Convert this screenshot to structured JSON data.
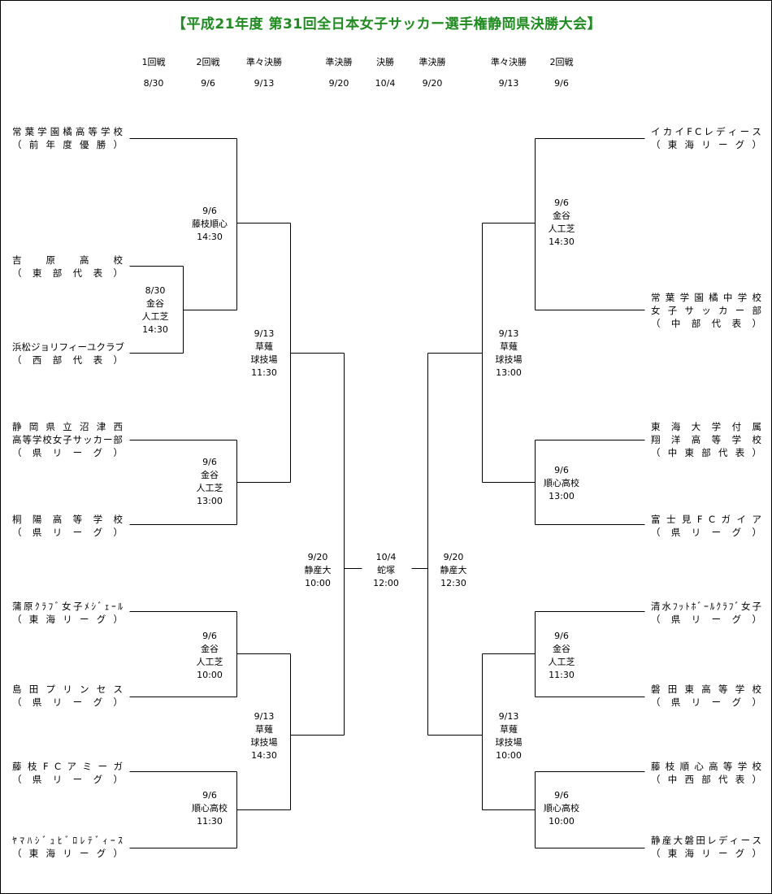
{
  "title": "【平成21年度 第31回全日本女子サッカー選手権静岡県決勝大会】",
  "rounds": [
    {
      "name": "1回戦",
      "date": "8/30"
    },
    {
      "name": "2回戦",
      "date": "9/6"
    },
    {
      "name": "準々決勝",
      "date": "9/13"
    },
    {
      "name": "準決勝",
      "date": "9/20"
    },
    {
      "name": "決勝",
      "date": "10/4"
    },
    {
      "name": "準決勝",
      "date": "9/20"
    },
    {
      "name": "準々決勝",
      "date": "9/13"
    },
    {
      "name": "2回戦",
      "date": "9/6"
    }
  ],
  "teams": [
    {
      "lines": [
        "常葉学園橘高等学校",
        "（前年度優勝）"
      ]
    },
    {
      "lines": [
        "吉　原　高　校",
        "（東部代表）"
      ]
    },
    {
      "lines": [
        "浜松ジョリフィーユクラブ",
        "（西部代表）"
      ]
    },
    {
      "lines": [
        "静岡県立沼津西",
        "高等学校女子サッカー部",
        "（県リーグ）"
      ]
    },
    {
      "lines": [
        "桐陽高等学校",
        "（県リーグ）"
      ]
    },
    {
      "lines": [
        "蒲原ｸﾗﾌﾞ女子ﾒｼﾞｪｰﾙ",
        "（東海リーグ）"
      ]
    },
    {
      "lines": [
        "島田プリンセス",
        "（県リーグ）"
      ]
    },
    {
      "lines": [
        "藤枝FCアミーガ",
        "（県リーグ）"
      ]
    },
    {
      "lines": [
        "ﾔﾏﾊｼﾞｭﾋﾞﾛﾚﾃﾞｨｰｽ",
        "（東海リーグ）"
      ]
    },
    {
      "lines": [
        "イカイFCレディース",
        "（東海リーグ）"
      ]
    },
    {
      "lines": [
        "常葉学園橘中学校",
        "女子サッカー部",
        "（中部代表）"
      ]
    },
    {
      "lines": [
        "東海大学付属",
        "翔洋高等学校",
        "（中東部代表）"
      ]
    },
    {
      "lines": [
        "富士見FCガイア",
        "（県リーグ）"
      ]
    },
    {
      "lines": [
        "清水ﾌｯﾄﾎﾞｰﾙｸﾗﾌﾞ女子",
        "（県リーグ）"
      ]
    },
    {
      "lines": [
        "磐田東高等学校",
        "（県リーグ）"
      ]
    },
    {
      "lines": [
        "藤枝順心高等学校",
        "（中西部代表）"
      ]
    },
    {
      "lines": [
        "静産大磐田レディース",
        "（東海リーグ）"
      ]
    }
  ],
  "matches": [
    {
      "lines": [
        "8/30",
        "金谷",
        "人工芝",
        "14:30"
      ]
    },
    {
      "lines": [
        "9/6",
        "藤枝順心",
        "14:30"
      ]
    },
    {
      "lines": [
        "9/6",
        "金谷",
        "人工芝",
        "13:00"
      ]
    },
    {
      "lines": [
        "9/6",
        "金谷",
        "人工芝",
        "10:00"
      ]
    },
    {
      "lines": [
        "9/6",
        "順心高校",
        "11:30"
      ]
    },
    {
      "lines": [
        "9/13",
        "草薙",
        "球技場",
        "11:30"
      ]
    },
    {
      "lines": [
        "9/13",
        "草薙",
        "球技場",
        "14:30"
      ]
    },
    {
      "lines": [
        "9/20",
        "静産大",
        "10:00"
      ]
    },
    {
      "lines": [
        "10/4",
        "蛇塚",
        "12:00"
      ]
    },
    {
      "lines": [
        "9/20",
        "静産大",
        "12:30"
      ]
    },
    {
      "lines": [
        "9/6",
        "金谷",
        "人工芝",
        "14:30"
      ]
    },
    {
      "lines": [
        "9/6",
        "順心高校",
        "13:00"
      ]
    },
    {
      "lines": [
        "9/6",
        "金谷",
        "人工芝",
        "11:30"
      ]
    },
    {
      "lines": [
        "9/6",
        "順心高校",
        "10:00"
      ]
    },
    {
      "lines": [
        "9/13",
        "草薙",
        "球技場",
        "13:00"
      ]
    },
    {
      "lines": [
        "9/13",
        "草薙",
        "球技場",
        "10:00"
      ]
    }
  ]
}
